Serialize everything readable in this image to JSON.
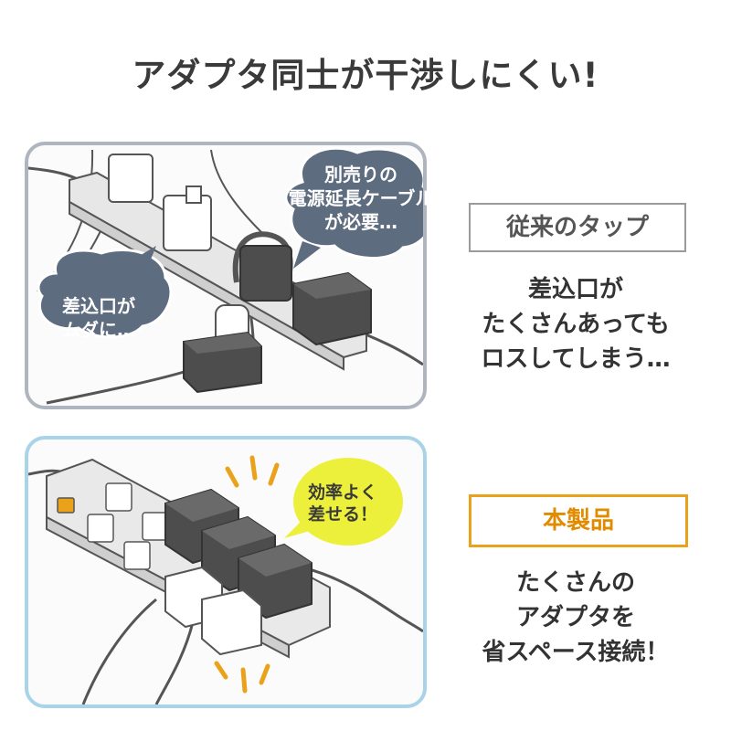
{
  "headline": "アダプタ同士が干渉しにくい!",
  "old_panel": {
    "bubble_top": [
      "別売りの",
      "電源延長ケーブル",
      "が必要…"
    ],
    "bubble_left": [
      "差込口が",
      "ムダに…"
    ],
    "tag": "従来のタップ",
    "caption": [
      "差込口が",
      "たくさんあっても",
      "ロスしてしまう…"
    ]
  },
  "new_panel": {
    "bubble": [
      "効率よく",
      "差せる！"
    ],
    "tag": "本製品",
    "caption": [
      "たくさんの",
      "アダプタを",
      "省スペース接続！"
    ]
  },
  "colors": {
    "old_border": "#aeb5bf",
    "new_border": "#a9d3e8",
    "bubble_blue": "#5e6c80",
    "bubble_yellow": "#ecf03a",
    "accent_orange": "#e9a21a",
    "adapter_dark": "#4d4d4d"
  }
}
